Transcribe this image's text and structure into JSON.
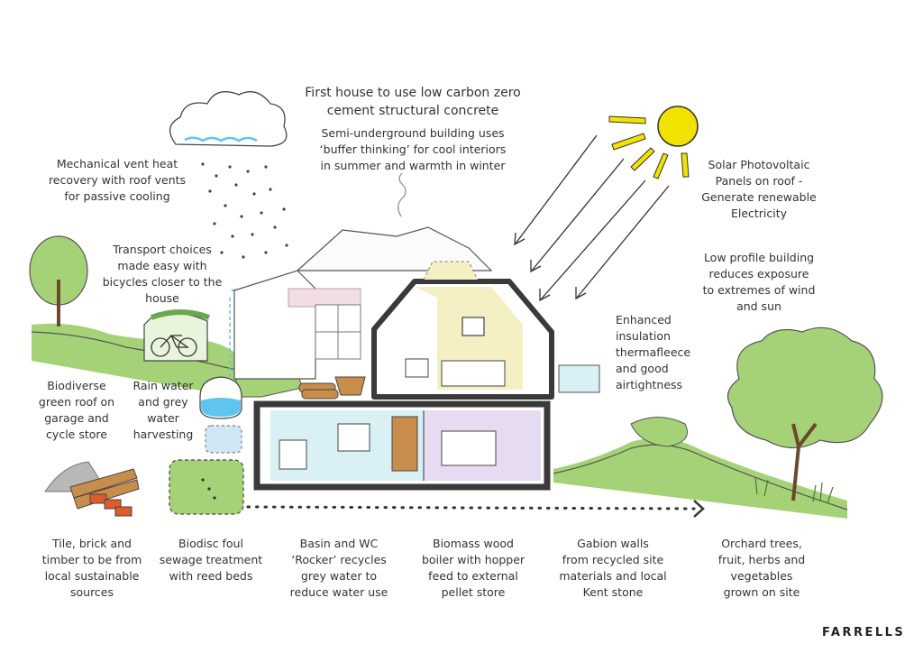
{
  "diagram": {
    "title_line1": "First house to use low carbon zero",
    "title_line2": "cement structural concrete",
    "labels": {
      "semi_underground": [
        "Semi-underground building uses",
        "‘buffer thinking’ for cool interiors",
        "in summer and warmth in winter"
      ],
      "vent": [
        "Mechanical vent heat",
        "recovery with roof vents",
        "for passive cooling"
      ],
      "transport": [
        "Transport choices",
        "made easy with",
        "bicycles closer to the",
        "house"
      ],
      "green_roof": [
        "Biodiverse",
        "green roof on",
        "garage and",
        "cycle store"
      ],
      "rain_water": [
        "Rain water",
        "and grey",
        "water",
        "harvesting"
      ],
      "solar": [
        "Solar Photovoltaic",
        "Panels on roof -",
        "Generate renewable",
        "Electricity"
      ],
      "low_profile": [
        "Low profile building",
        "reduces exposure",
        "to extremes of wind",
        "and sun"
      ],
      "insulation": [
        "Enhanced",
        "insulation",
        "thermafleece",
        "and good",
        "airtightness"
      ],
      "tile": [
        "Tile, brick and",
        "timber to be from",
        "local sustainable",
        "sources"
      ],
      "biodisc": [
        "Biodisc foul",
        "sewage treatment",
        "with reed beds"
      ],
      "basin": [
        "Basin and WC",
        "‘Rocker’ recycles",
        "grey water to",
        "reduce water use"
      ],
      "biomass": [
        "Biomass wood",
        "boiler with hopper",
        "feed to external",
        "pellet store"
      ],
      "gabion": [
        "Gabion walls",
        "from recycled site",
        "materials and local",
        "Kent stone"
      ],
      "orchard": [
        "Orchard trees,",
        "fruit, herbs and",
        "vegetables",
        "grown on site"
      ]
    },
    "brand": "FARRELLS",
    "colors": {
      "sun": "#f2e200",
      "sun_outline": "#333333",
      "foliage": "#a6d277",
      "foliage_dark": "#6aa84f",
      "water": "#5fc5f0",
      "water_light": "#cfe6f5",
      "walls": "#3a3a3a",
      "room_yellow": "#f4f0c4",
      "room_pink": "#f3dde4",
      "room_lilac": "#e6dbf0",
      "room_aqua": "#d9f1f4",
      "reed_bed": "#a6d277",
      "timber": "#c98d4b",
      "brick": "#e05a2b"
    }
  }
}
